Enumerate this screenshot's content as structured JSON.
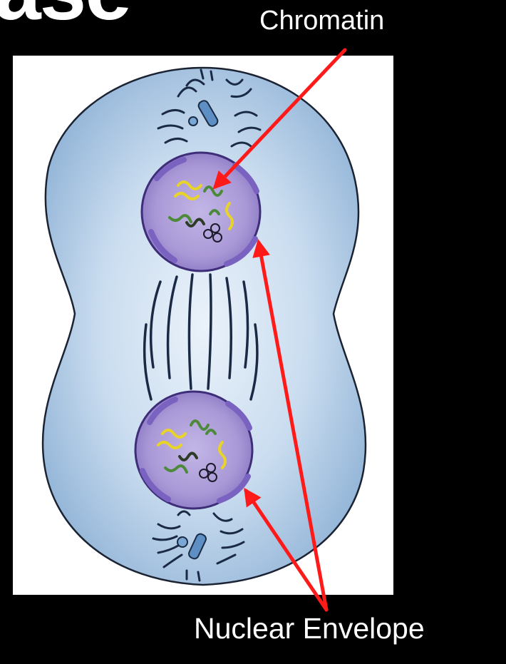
{
  "slide": {
    "title_fragment": "ase"
  },
  "labels": {
    "chromatin": "Chromatin",
    "nuclear_envelope": "Nuclear Envelope"
  },
  "colors": {
    "background": "#000000",
    "cell": "#bcd3ea",
    "nucleus": "#a998d6",
    "arrow": "#ff1a1a",
    "label_text": "#ffffff"
  }
}
